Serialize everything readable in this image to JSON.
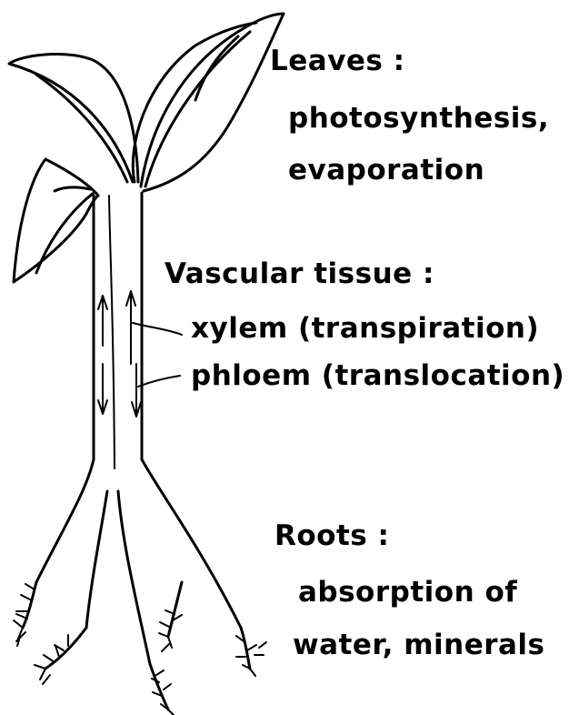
{
  "labels": {
    "leaves_title": "Leaves :",
    "leaves_line1": "photosynthesis,",
    "leaves_line2": "evaporation",
    "vascular_title": "Vascular tissue :",
    "xylem": "xylem (transpiration)",
    "phloem": "phloem (translocation)",
    "roots_title": "Roots :",
    "roots_line1": "absorption of",
    "roots_line2": "water, minerals"
  }
}
